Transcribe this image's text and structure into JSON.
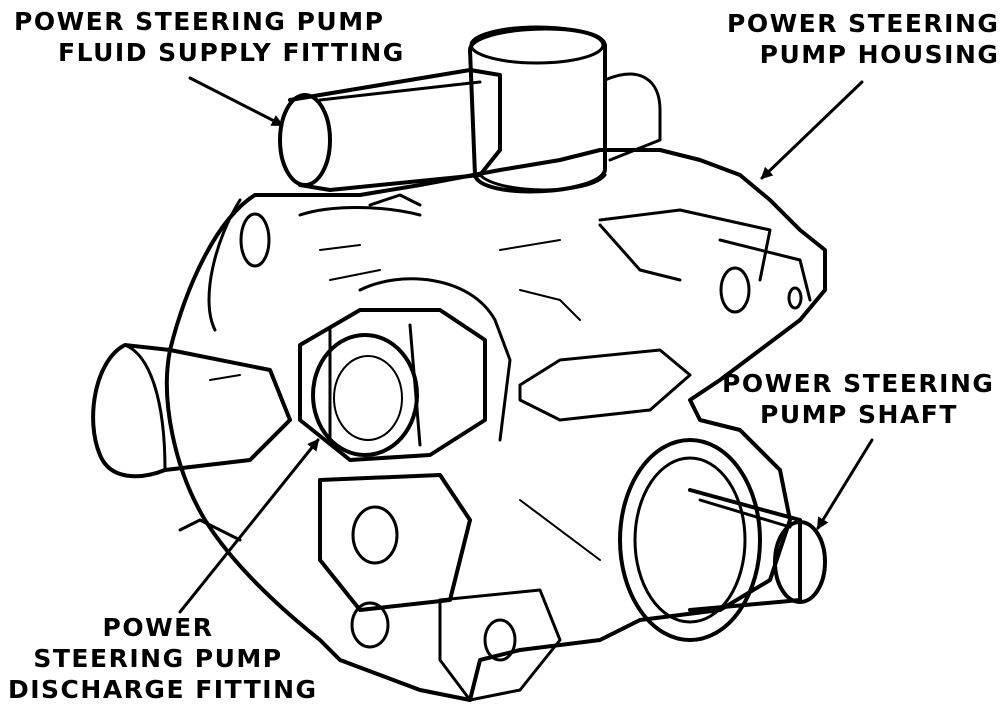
{
  "labels": {
    "fluid_supply_fitting": [
      "POWER STEERING PUMP",
      "FLUID SUPPLY FITTING"
    ],
    "pump_housing": [
      "POWER STEERING",
      "PUMP HOUSING"
    ],
    "pump_shaft": [
      "POWER STEERING",
      "PUMP SHAFT"
    ],
    "discharge_fitting": [
      "POWER",
      "STEERING PUMP",
      "DISCHARGE FITTING"
    ]
  },
  "colors": {
    "ink": "#000000",
    "paper": "#ffffff"
  }
}
